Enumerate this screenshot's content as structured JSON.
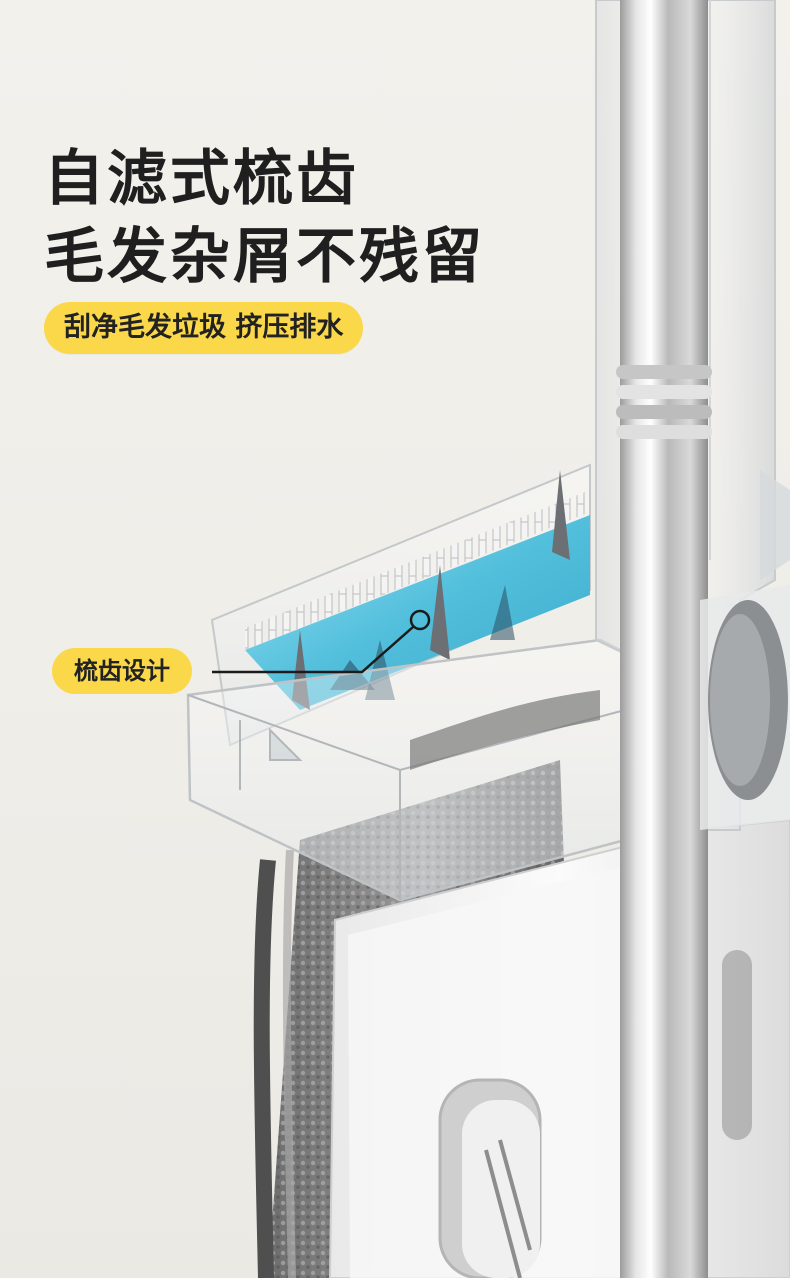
{
  "headline": {
    "line1": "自滤式梳齿",
    "line2": "毛发杂屑不残留"
  },
  "tag": "刮净毛发垃圾 挤压排水",
  "callout": "梳齿设计",
  "colors": {
    "accent": "#fbd84a",
    "background": "#f1efea",
    "text": "#1f1f1f",
    "comb_blue": "#5fc3de"
  }
}
